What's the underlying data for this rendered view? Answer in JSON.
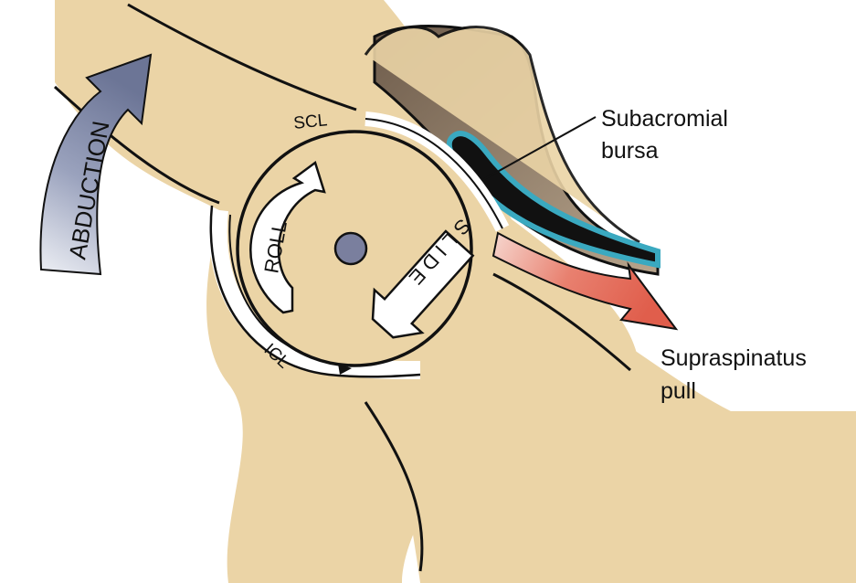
{
  "labels": {
    "abduction": "ABDUCTION",
    "scl": "SCL",
    "icl": "ICL",
    "roll": "ROLL",
    "slide": "SLIDE",
    "subacromial_line1": "Subacromial",
    "subacromial_line2": "bursa",
    "supraspinatus_line1": "Supraspinatus",
    "supraspinatus_line2": "pull"
  },
  "colors": {
    "bone": "#ebd4a6",
    "acromion": "#8c7763",
    "bursa": "#3aa9c0",
    "supraspinatus": "#e46a5a",
    "abduction_arrow": "#7f88a8",
    "axis_dot": "#7a7f9e"
  }
}
